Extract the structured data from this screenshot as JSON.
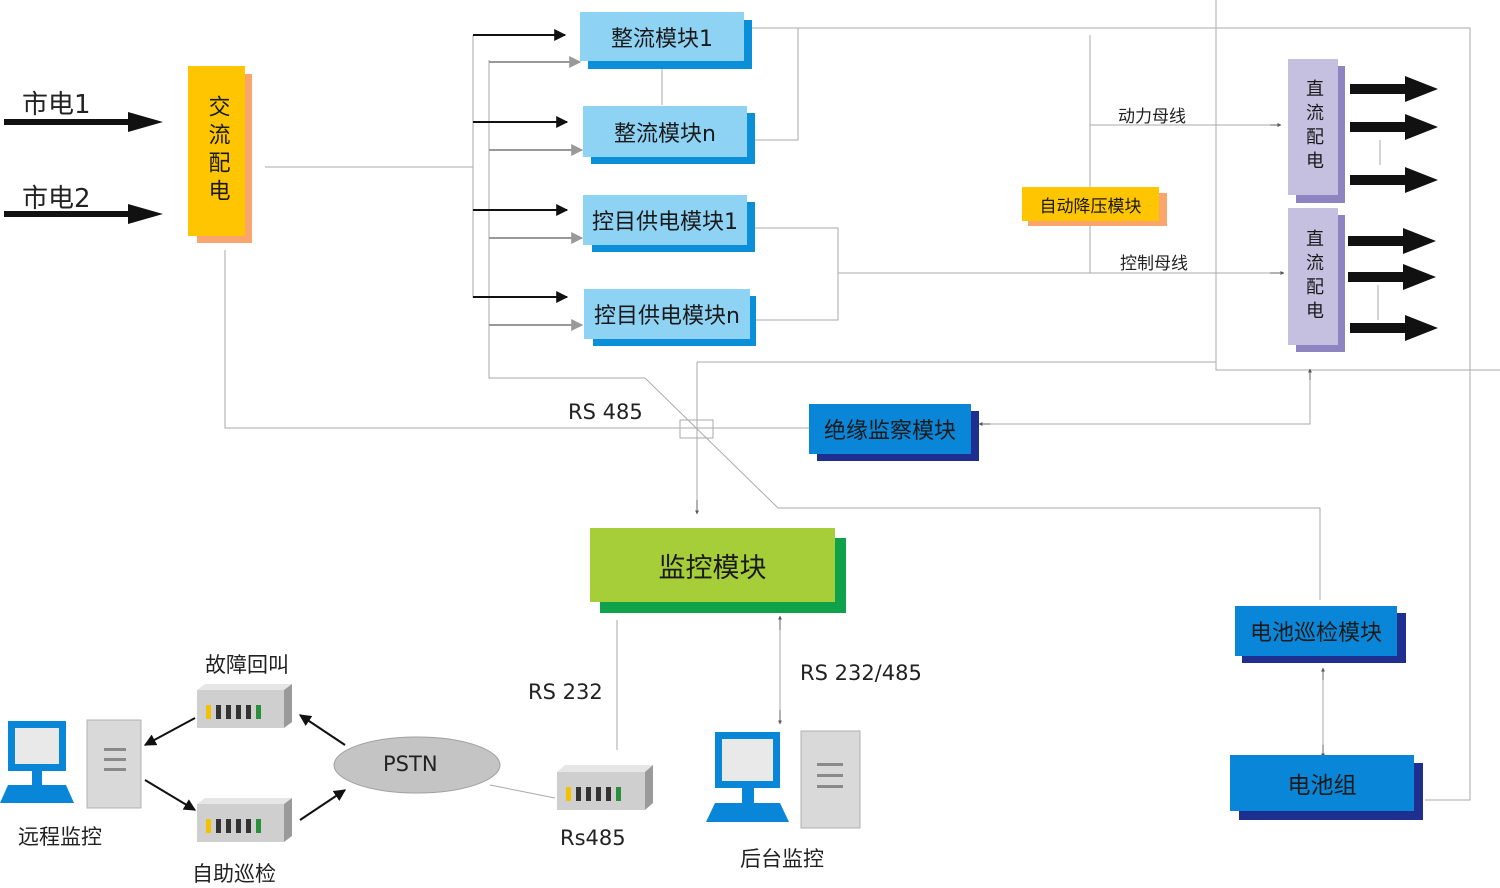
{
  "inputs": {
    "mains1": "市电1",
    "mains2": "市电2"
  },
  "ac_dist": "交流配电",
  "rectifiers": {
    "r1": "整流模块1",
    "rn": "整流模块n"
  },
  "ctrl_supply": {
    "c1": "控目供电模块1",
    "cn": "控目供电模块n"
  },
  "auto_buck": "自动降压模块",
  "buses": {
    "power": "动力母线",
    "control": "控制母线"
  },
  "dc_dist": {
    "top": "直流配电",
    "bottom": "直流配电"
  },
  "rs485": "RS 485",
  "insulation": "绝缘监察模块",
  "monitor": "监控模块",
  "battery_patrol": "电池巡检模块",
  "battery": "电池组",
  "rs232": "RS 232",
  "rs232_485": "RS 232/485",
  "fault_callback": "故障回叫",
  "self_patrol": "自助巡检",
  "remote_monitor": "远程监控",
  "pstn": "PSTN",
  "rs485_device": "Rs485",
  "backend_monitor": "后台监控",
  "colors": {
    "cyan_box": "#8fd3f4",
    "cyan_shadow": "#0b8fd9",
    "yellow": "#ffc600",
    "salmon": "#f9a56d",
    "lavender": "#c6c0e0",
    "lavender_shadow": "#8f84c2",
    "blue_box": "#0a86d8",
    "navy_shadow": "#1e2f8f",
    "green": "#a6ce39",
    "dark_green": "#0fa24b"
  }
}
